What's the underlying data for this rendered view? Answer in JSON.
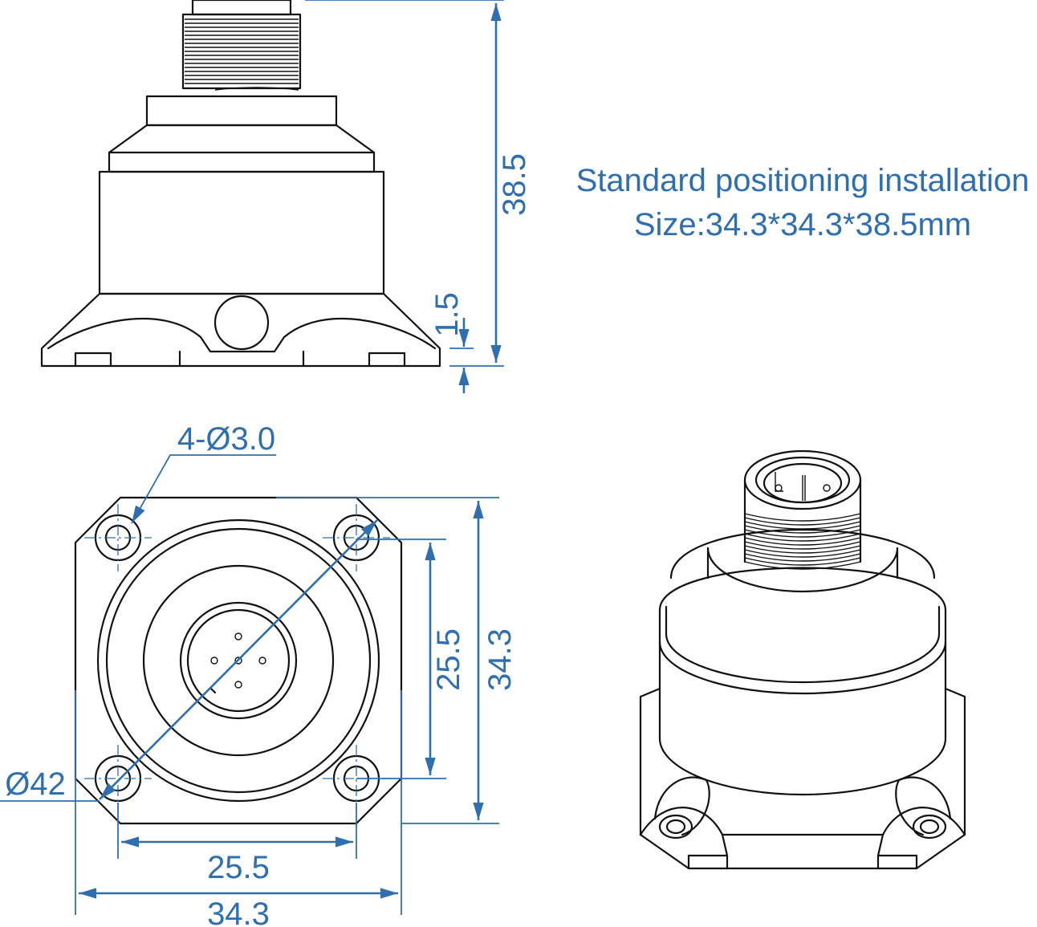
{
  "note": {
    "line1": "Standard positioning installation",
    "line2": "Size:34.3*34.3*38.5mm"
  },
  "dimensions": {
    "height_total": "38.5",
    "base_offset": "1.5",
    "hole_callout": "4-Ø3.0",
    "diameter": "Ø42",
    "hole_spacing_vertical": "25.5",
    "width_vertical": "34.3",
    "hole_spacing_horizontal": "25.5",
    "width_horizontal": "34.3"
  },
  "colors": {
    "dimension": "#2f6fb0",
    "outline": "#111111"
  }
}
